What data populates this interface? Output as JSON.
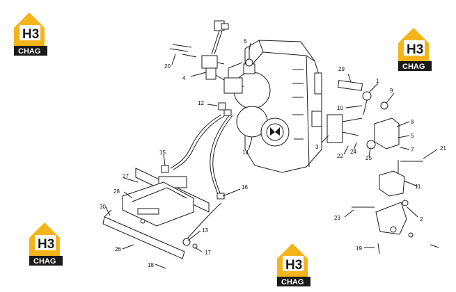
{
  "logo": {
    "mark": "H3",
    "caption": "CHAG",
    "accent": "#f4b41a",
    "dark": "#1a1a1a"
  },
  "callouts": [
    "1",
    "2",
    "3",
    "4",
    "5",
    "6",
    "7",
    "8",
    "9",
    "10",
    "11",
    "12",
    "13",
    "14",
    "15",
    "16",
    "17",
    "18",
    "19",
    "20",
    "21",
    "22",
    "23",
    "24",
    "25",
    "26",
    "27",
    "28",
    "29",
    "30"
  ]
}
